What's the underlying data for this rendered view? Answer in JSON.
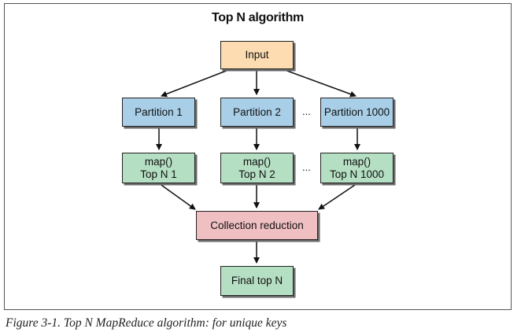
{
  "diagram": {
    "title": "Top N algorithm",
    "nodes": {
      "input": "Input",
      "partition_1": "Partition 1",
      "partition_2": "Partition 2",
      "partition_1000": "Partition 1000",
      "map_1_line1": "map()",
      "map_1_line2": "Top N 1",
      "map_2_line1": "map()",
      "map_2_line2": "Top N 2",
      "map_1000_line1": "map()",
      "map_1000_line2": "Top N 1000",
      "reduction": "Collection reduction",
      "final": "Final top N"
    },
    "ellipsis": "...",
    "colors": {
      "input": "#fddcb1",
      "partition": "#a9cfe8",
      "map": "#b5dfc3",
      "reduction": "#efbfc2",
      "final": "#b5dfc3"
    }
  },
  "caption": "Figure 3-1. Top N MapReduce algorithm: for unique keys"
}
